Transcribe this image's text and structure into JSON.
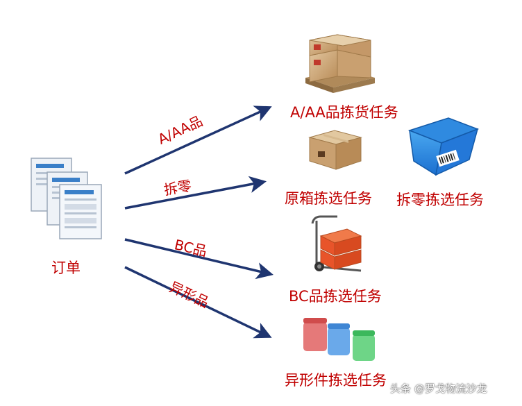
{
  "source": {
    "label": "订单"
  },
  "branches": [
    {
      "label": "A/AA品"
    },
    {
      "label": "拆零"
    },
    {
      "label": "BC品"
    },
    {
      "label": "异形品"
    }
  ],
  "tasks": {
    "a_aa": "A/AA品拣货任务",
    "case": "原箱拣选任务",
    "split": "拆零拣选任务",
    "bc": "BC品拣选任务",
    "special": "异形件拣选任务"
  },
  "watermark": "头条 @罗戈物流沙龙",
  "colors": {
    "arrow": "#1f3570",
    "label": "#c00000"
  }
}
